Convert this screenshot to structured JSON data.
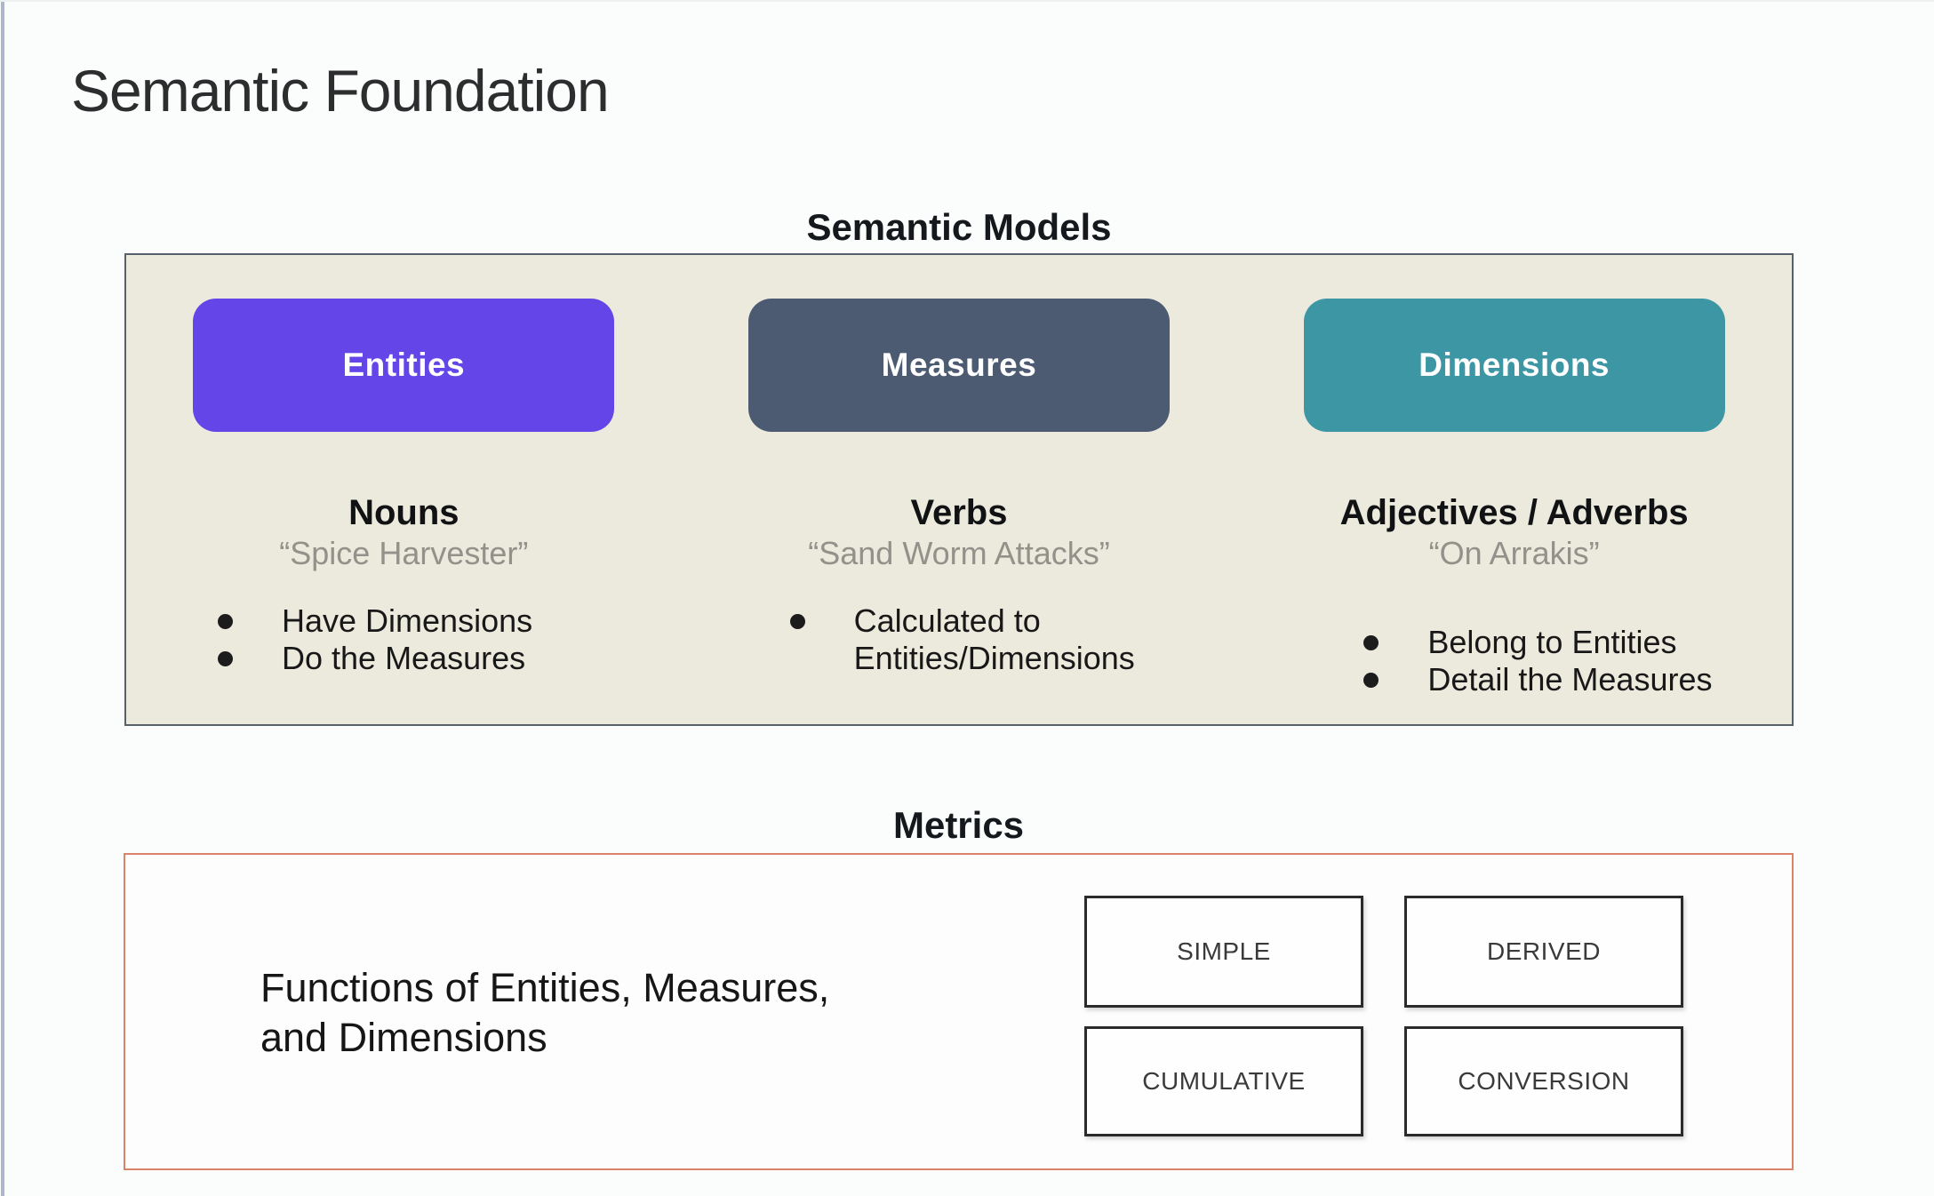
{
  "slide": {
    "title": "Semantic Foundation"
  },
  "semantic_models": {
    "heading": "Semantic Models",
    "columns": [
      {
        "pill": "Entities",
        "pill_color": "#6345E8",
        "role": "Nouns",
        "example": "“Spice Harvester”",
        "bullets": [
          "Have Dimensions",
          "Do the Measures"
        ]
      },
      {
        "pill": "Measures",
        "pill_color": "#4C5B72",
        "role": "Verbs",
        "example": "“Sand Worm Attacks”",
        "bullets": [
          "Calculated to Entities/Dimensions"
        ]
      },
      {
        "pill": "Dimensions",
        "pill_color": "#3C96A4",
        "role": "Adjectives / Adverbs",
        "example": "“On Arrakis”",
        "bullets": [
          "Belong to Entities",
          "Detail the Measures"
        ]
      }
    ]
  },
  "metrics": {
    "heading": "Metrics",
    "description": [
      "Functions of Entities, Measures,",
      "and Dimensions"
    ],
    "types": [
      "SIMPLE",
      "DERIVED",
      "CUMULATIVE",
      "CONVERSION"
    ]
  },
  "colors": {
    "entities_pill": "#6345E8",
    "measures_pill": "#4C5B72",
    "dimensions_pill": "#3C96A4",
    "models_box_bg": "#ECE9DD",
    "models_box_border": "#57616C",
    "metrics_box_border": "#DB8368"
  }
}
